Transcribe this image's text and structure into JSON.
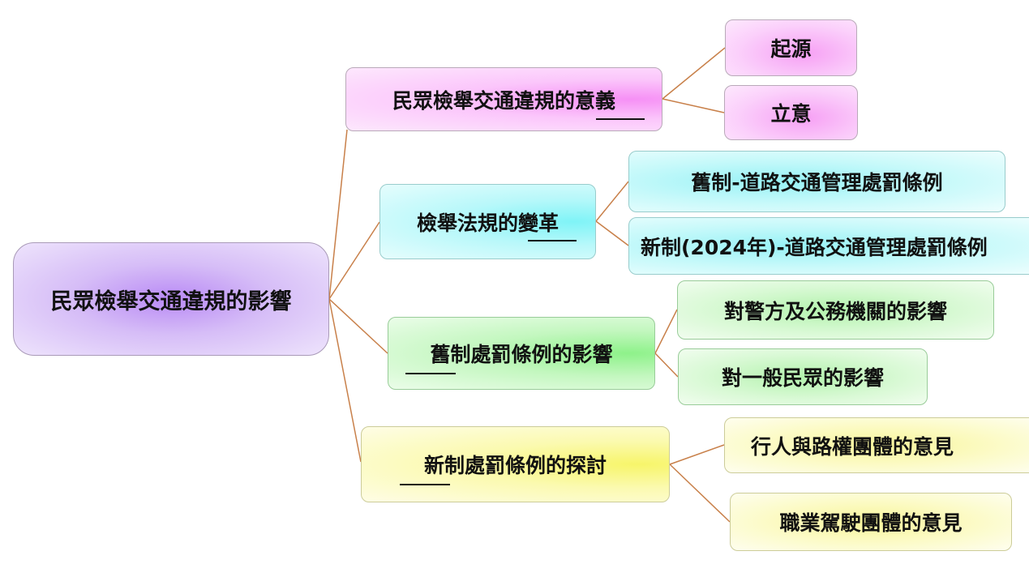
{
  "root": {
    "label": "民眾檢舉交通違規的影響"
  },
  "branches": [
    {
      "label": "民眾檢舉交通違規的意義",
      "children": [
        "起源",
        "立意"
      ]
    },
    {
      "label": "檢舉法規的變革",
      "children": [
        "舊制-道路交通管理處罰條例",
        "新制(2024年)-道路交通管理處罰條例"
      ]
    },
    {
      "label": "舊制處罰條例的影響",
      "children": [
        "對警方及公務機關的影響",
        "對一般民眾的影響"
      ]
    },
    {
      "label": "新制處罰條例的探討",
      "children": [
        "行人與路權團體的意見",
        "職業駕駛團體的意見"
      ]
    }
  ],
  "colors": {
    "connector": "#c8804a",
    "root": "#b98af5",
    "branch1": "#f690f5",
    "branch2": "#7ff4f7",
    "branch3": "#8ef28a",
    "branch4": "#f7f56a"
  }
}
